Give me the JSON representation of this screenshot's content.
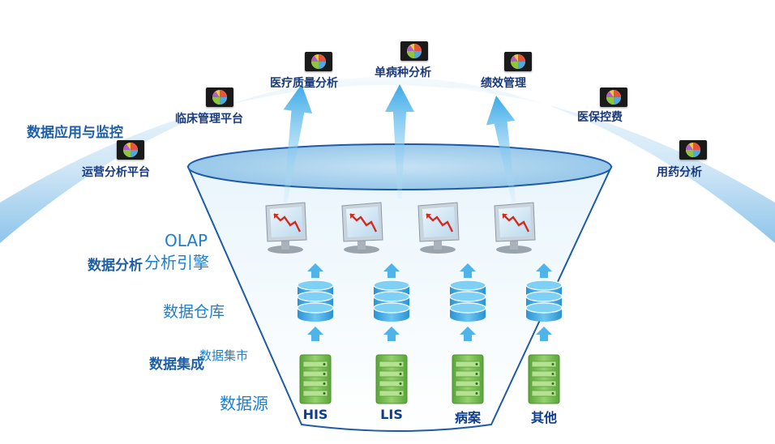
{
  "sections": {
    "application": "数据应用与监控",
    "analysis": "数据分析",
    "integration": "数据集成"
  },
  "layers": {
    "olap_line1": "OLAP",
    "olap_line2": "分析引擎",
    "warehouse": "数据仓库",
    "mart": "数据集市",
    "source": "数据源"
  },
  "apps": [
    "运营分析平台",
    "临床管理平台",
    "医疗质量分析",
    "单病种分析",
    "绩效管理",
    "医保控费",
    "用药分析"
  ],
  "sources": [
    "HIS",
    "LIS",
    "病案",
    "其他"
  ],
  "colors": {
    "arc_light": "#e6f3fb",
    "arc_mid": "#a9d3ef",
    "arrow": "#4fb4ea",
    "label_blue": "#1d7fcf",
    "db_blue": "#3aa6e0",
    "server_green": "#7ec25a"
  },
  "icons": {
    "app": "pie-chart-icon",
    "olap": "monitor-chart-icon",
    "warehouse": "database-icon",
    "source": "server-icon",
    "flow": "up-arrow-icon"
  }
}
